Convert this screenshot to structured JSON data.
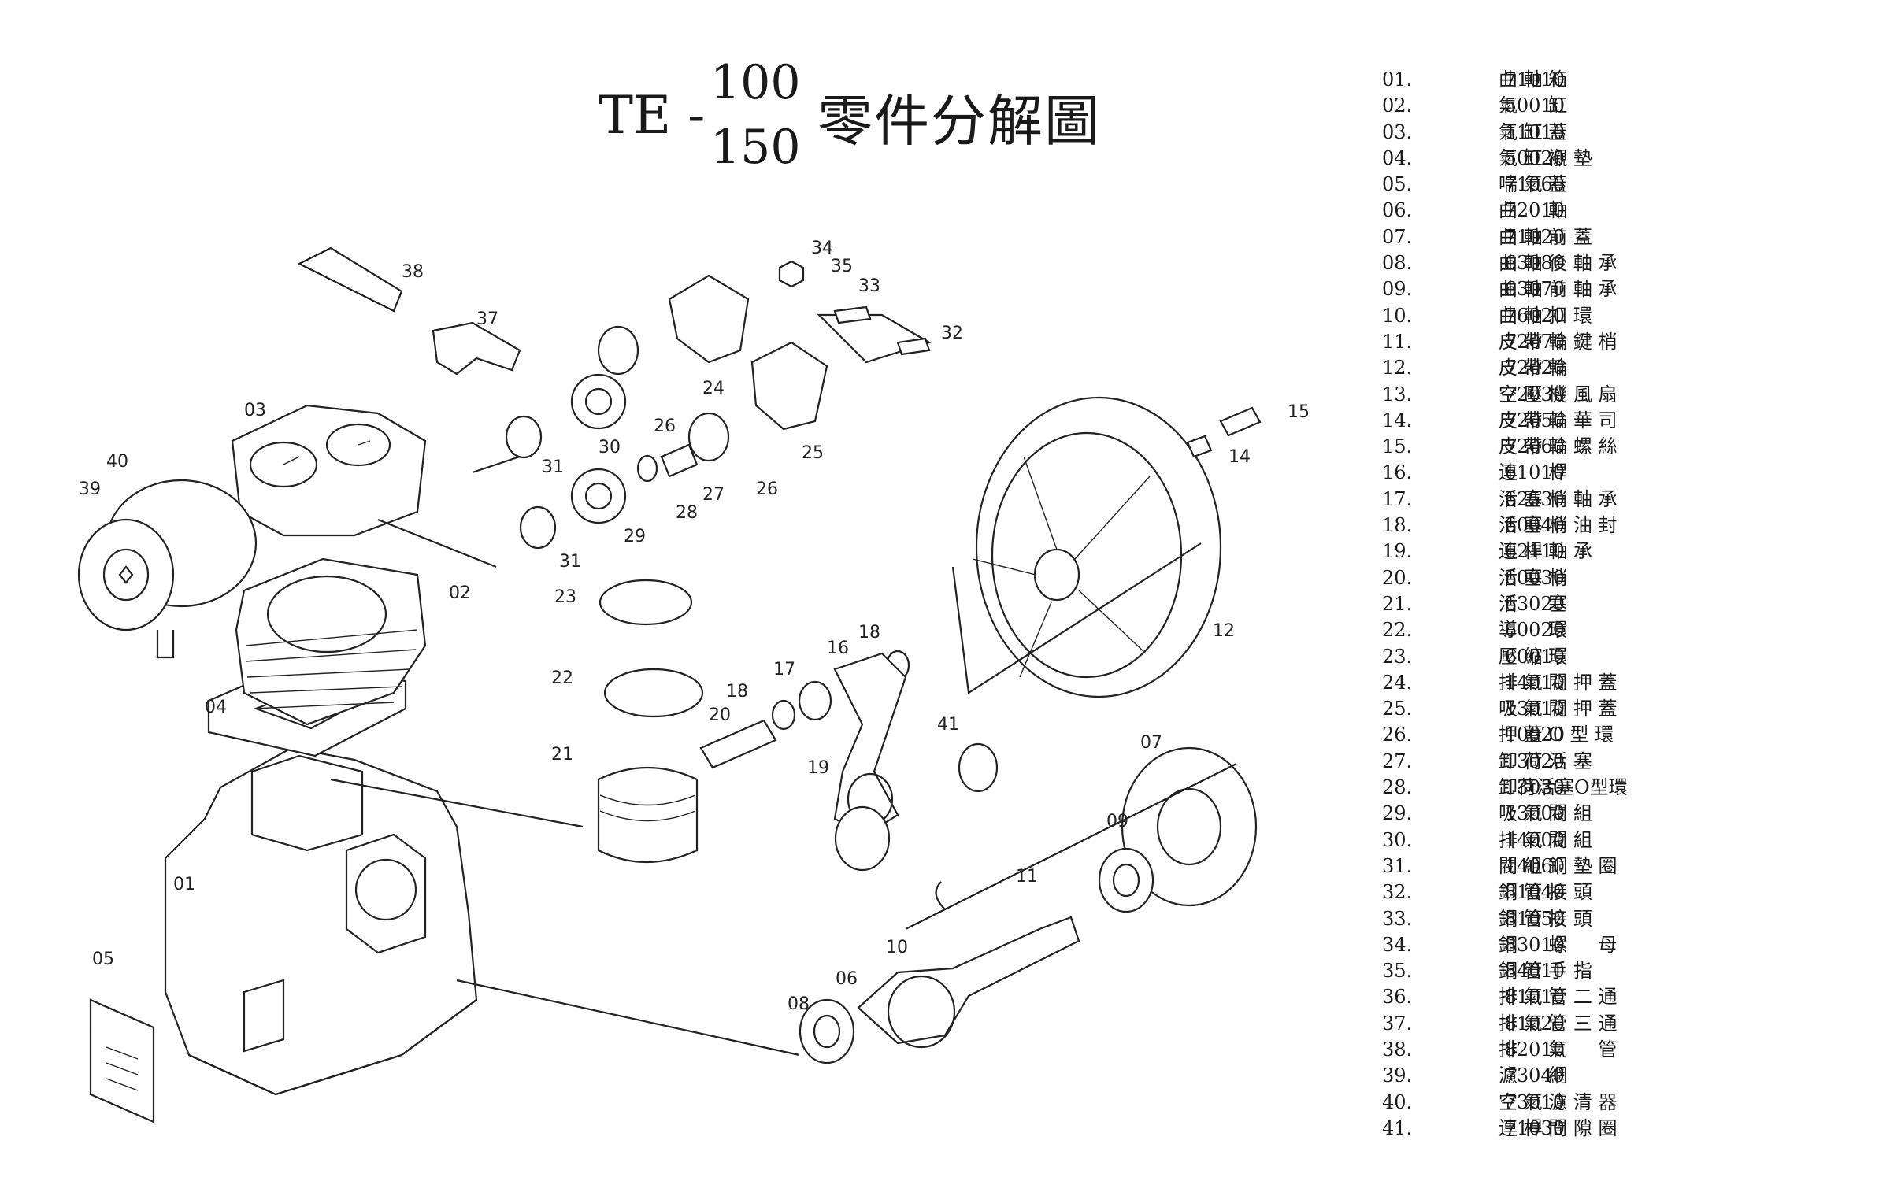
{
  "title": {
    "prefix": "TE -",
    "model_top": "100",
    "model_bottom": "150",
    "name": "零件分解圖"
  },
  "callouts": [
    "01",
    "02",
    "03",
    "04",
    "05",
    "06",
    "07",
    "08",
    "09",
    "10",
    "11",
    "12",
    "14",
    "15",
    "16",
    "17",
    "18",
    "18",
    "19",
    "20",
    "21",
    "22",
    "23",
    "24",
    "25",
    "26",
    "26",
    "27",
    "28",
    "29",
    "30",
    "31",
    "31",
    "32",
    "33",
    "34",
    "35",
    "37",
    "38",
    "39",
    "40",
    "41"
  ],
  "parts": [
    {
      "num": "01.",
      "code": "71010",
      "name": "曲 軸 箱"
    },
    {
      "num": "02.",
      "code": "50010",
      "name": "氣 　 缸"
    },
    {
      "num": "03.",
      "code": "11010",
      "name": "氣 缸 蓋"
    },
    {
      "num": "04.",
      "code": "50020",
      "name": "氣 缸 襯 墊"
    },
    {
      "num": "05.",
      "code": "71060",
      "name": "喘 氣 蓋"
    },
    {
      "num": "06.",
      "code": "72010",
      "name": "曲 　 軸"
    },
    {
      "num": "07.",
      "code": "71020",
      "name": "曲 軸 前 蓋"
    },
    {
      "num": "08.",
      "code": "63080",
      "name": "曲 軸 後 軸 承"
    },
    {
      "num": "09.",
      "code": "63070",
      "name": "曲 軸 前 軸 承"
    },
    {
      "num": "10.",
      "code": "76020",
      "name": "曲 軸 扣 環"
    },
    {
      "num": "11.",
      "code": "72070",
      "name": "皮 帶 輪 鍵 梢"
    },
    {
      "num": "12.",
      "code": "72020",
      "name": "皮 帶 輪"
    },
    {
      "num": "13.",
      "code": "72030",
      "name": "空 壓 機 風 扇"
    },
    {
      "num": "14.",
      "code": "72050",
      "name": "皮 帶 輪 華 司"
    },
    {
      "num": "15.",
      "code": "72060",
      "name": "皮 帶 輪 螺 絲"
    },
    {
      "num": "16.",
      "code": "61010",
      "name": "連 　 桿"
    },
    {
      "num": "17.",
      "code": "62530",
      "name": "活 塞 梢 軸 承"
    },
    {
      "num": "18.",
      "code": "60040",
      "name": "活 塞 梢 油 封"
    },
    {
      "num": "19.",
      "code": "62110",
      "name": "連 桿 軸 承"
    },
    {
      "num": "20.",
      "code": "60030",
      "name": "活 塞 梢"
    },
    {
      "num": "21.",
      "code": "63020",
      "name": "活 　 塞"
    },
    {
      "num": "22.",
      "code": "60020",
      "name": "導 　 環"
    },
    {
      "num": "23.",
      "code": "60010",
      "name": "壓 縮 環"
    },
    {
      "num": "24.",
      "code": "14010",
      "name": "排 氣 閥 押 蓋"
    },
    {
      "num": "25.",
      "code": "13010",
      "name": "吸 氣 閥 押 蓋"
    },
    {
      "num": "26.",
      "code": "10020",
      "name": "押 蓋 O 型 環"
    },
    {
      "num": "27.",
      "code": "13020",
      "name": "卸 荷 活 塞"
    },
    {
      "num": "28.",
      "code": "13030",
      "name": "卸荷活塞O型環"
    },
    {
      "num": "29.",
      "code": "13000",
      "name": "吸 氣 閥 組"
    },
    {
      "num": "30.",
      "code": "14000",
      "name": "排 氣 閥 組"
    },
    {
      "num": "31.",
      "code": "14060",
      "name": "閥 組 銅 墊 圈"
    },
    {
      "num": "32.",
      "code": "81040",
      "name": "銅 管 接 頭"
    },
    {
      "num": "33.",
      "code": "81050",
      "name": "銅 管 接 頭"
    },
    {
      "num": "34.",
      "code": "83010",
      "name": "銅 　 螺 　 母"
    },
    {
      "num": "35.",
      "code": "84010",
      "name": "銅 管 手 指"
    },
    {
      "num": "36.",
      "code": "81010",
      "name": "排 氣 管 二 通"
    },
    {
      "num": "37.",
      "code": "81020",
      "name": "排 氣 管 三 通"
    },
    {
      "num": "38.",
      "code": "82010",
      "name": "排 　 氣 　 管"
    },
    {
      "num": "39.",
      "code": "73040",
      "name": "濾 　 網"
    },
    {
      "num": "40.",
      "code": "73010",
      "name": "空 氣 濾 清 器"
    },
    {
      "num": "41.",
      "code": "71030",
      "name": "連 桿 間 隙 圈"
    }
  ]
}
